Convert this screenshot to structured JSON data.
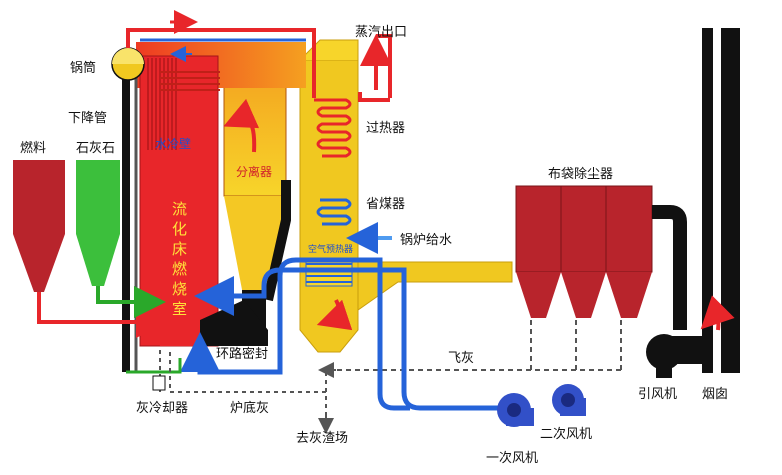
{
  "labels": {
    "drum": "锅筒",
    "downcomer": "下降管",
    "fuel": "燃料",
    "limestone": "石灰石",
    "water_wall": "水冷壁",
    "separator": "分离器",
    "furnace_line1": "流",
    "furnace_line2": "化",
    "furnace_line3": "床",
    "furnace_line4": "燃",
    "furnace_line5": "烧",
    "furnace_line6": "室",
    "loop_seal": "环路密封",
    "ash_cooler": "灰冷却器",
    "bottom_ash": "炉底灰",
    "to_ash_yard": "去灰渣场",
    "steam_outlet": "蒸汽出口",
    "superheater": "过热器",
    "economizer": "省煤器",
    "feedwater": "锅炉给水",
    "air_preheater": "空气预热器",
    "baghouse": "布袋除尘器",
    "fly_ash": "飞灰",
    "id_fan": "引风机",
    "chimney": "烟囱",
    "secondary_fan": "二次风机",
    "primary_fan": "一次风机"
  },
  "colors": {
    "flue_gas": "#f0c820",
    "furnace": "#e8262a",
    "steam": "#e8262a",
    "water": "#2563d9",
    "fuel_silo": "#b8242c",
    "limestone_silo": "#3cbf3c",
    "baghouse": "#b8242c",
    "equipment_dark": "#1a1a1a",
    "ash_line": "#555555"
  }
}
